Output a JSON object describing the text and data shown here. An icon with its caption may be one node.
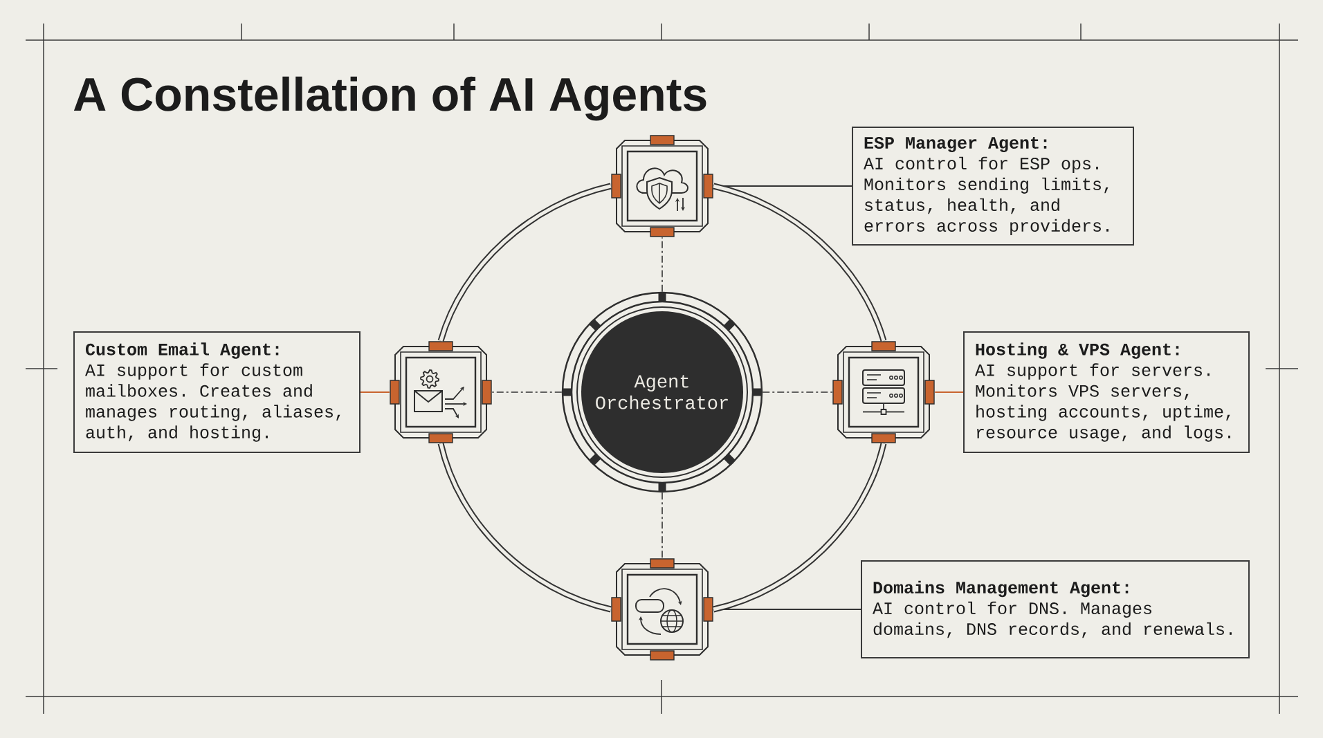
{
  "diagram": {
    "title": "A Constellation of AI Agents",
    "nodes": [
      {
        "text": [],
        "shape": "picture"
      },
      {
        "text": [
          "ESP Manager Agent:",
          "AI control for ESP ops. Monitors sending limits, status, health, and errors across providers."
        ]
      },
      {
        "text": [
          "Custom Email Agent:",
          "AI support for custom mailboxes. Creates and manages routing, aliases, auth, and hosting."
        ]
      },
      {
        "text": [],
        "shape": "picture"
      },
      {
        "text": [
          "Agent Orchestrator"
        ]
      },
      {
        "text": [],
        "shape": "picture"
      },
      {
        "text": [
          "Hosting & VPS Agent:",
          "AI support for servers. Monitors VPS servers, hosting accounts, uptime, resource usage, and logs."
        ]
      },
      {
        "text": [],
        "shape": "picture"
      },
      {
        "text": [
          "Domains Management Agent:",
          "AI control for DNS. Manages domains, DNS records, and renewals."
        ]
      }
    ],
    "edges": [
      {
        "from": 4,
        "to": 0,
        "arrow": "none",
        "style": "dashed"
      },
      {
        "from": 4,
        "to": 3,
        "arrow": "none",
        "style": "dashed"
      },
      {
        "from": 4,
        "to": 5,
        "arrow": "none",
        "style": "dashed"
      },
      {
        "from": 4,
        "to": 7,
        "arrow": "none",
        "style": "dashed"
      },
      {
        "from": 0,
        "to": 1,
        "arrow": "none"
      },
      {
        "from": 3,
        "to": 2,
        "arrow": "none",
        "color": "#c8642f"
      },
      {
        "from": 5,
        "to": 6,
        "arrow": "none",
        "color": "#c8642f"
      },
      {
        "from": 7,
        "to": 8,
        "arrow": "none"
      },
      {
        "from": 0,
        "to": 5,
        "arrow": "none",
        "style": "thick"
      },
      {
        "from": 5,
        "to": 7,
        "arrow": "none",
        "style": "thick"
      },
      {
        "from": 7,
        "to": 3,
        "arrow": "none",
        "style": "thick"
      },
      {
        "from": 3,
        "to": 0,
        "arrow": "none",
        "style": "thick"
      }
    ]
  }
}
